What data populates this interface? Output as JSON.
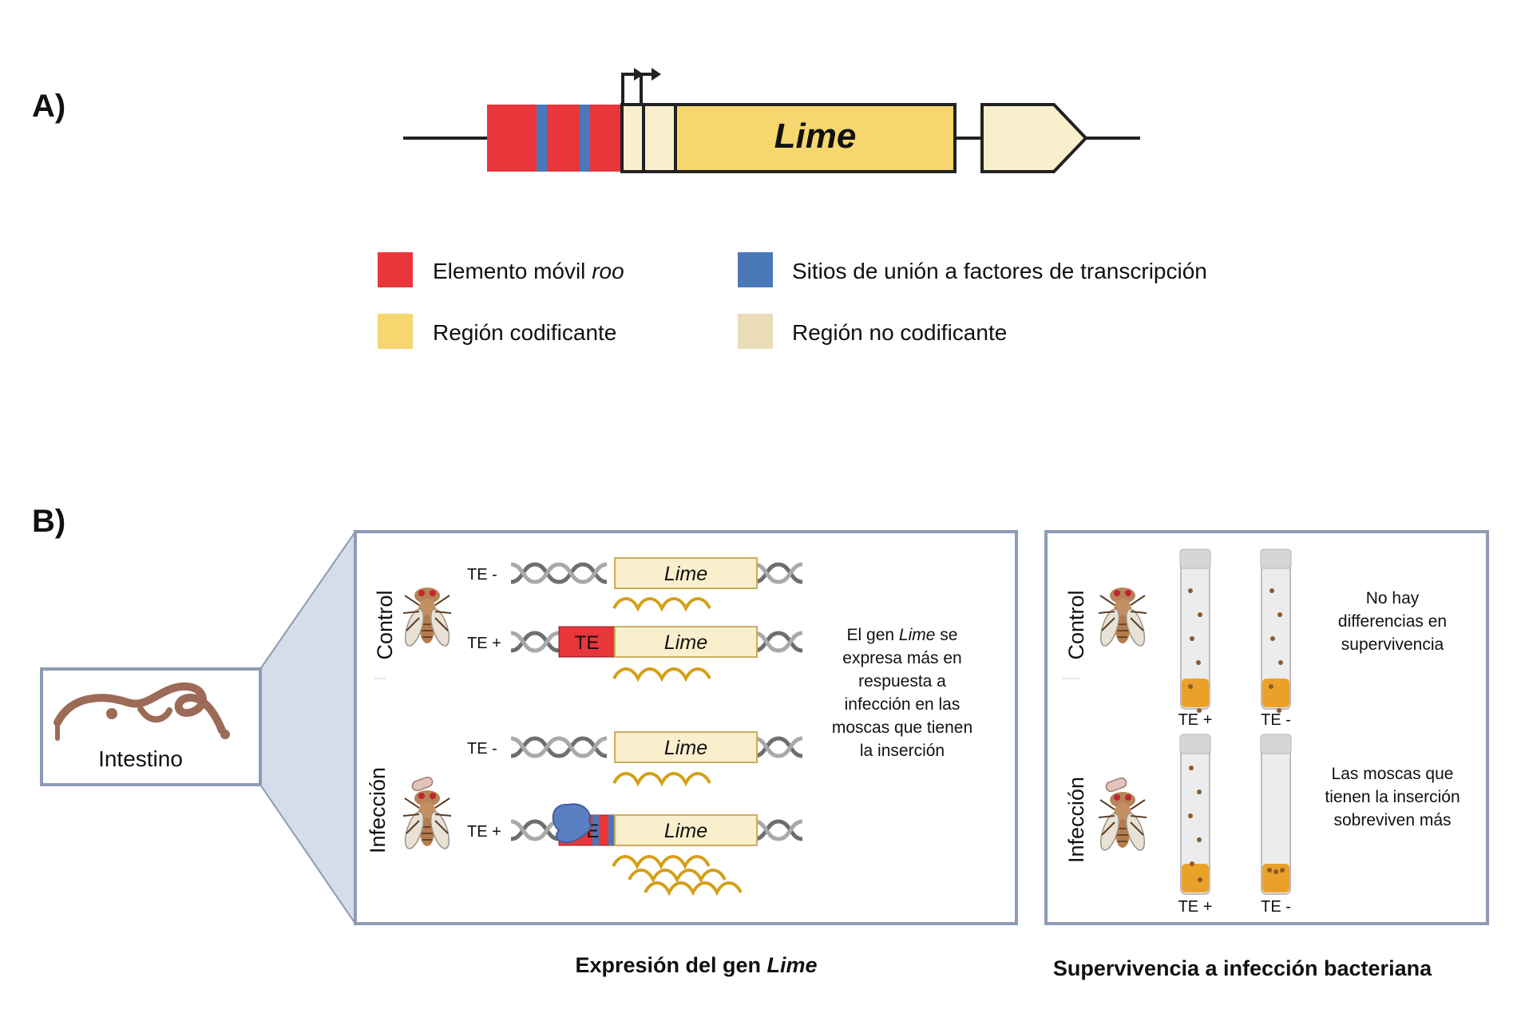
{
  "panel_a": {
    "label": "A)",
    "gene_name": "Lime",
    "legend": [
      {
        "text": "Elemento móvil ",
        "italic": "roo",
        "color": "#e8363b"
      },
      {
        "text": "Sitios de unión a factores de transcripción",
        "italic": "",
        "color": "#4a78b8"
      },
      {
        "text": "Región codificante",
        "italic": "",
        "color": "#f6d66e"
      },
      {
        "text": "Región no codificante",
        "italic": "",
        "color": "#eadcb8"
      }
    ]
  },
  "panel_b": {
    "label": "B)",
    "intestine_label": "Intestino",
    "expression": {
      "row_control": "Control",
      "row_infection": "Infección",
      "te_minus": "TE -",
      "te_plus": "TE +",
      "te_box": "TE",
      "gene": "Lime",
      "note_pre": "El gen ",
      "note_italic": "Lime",
      "note_post": " se",
      "note_lines": [
        "expresa más en",
        "respuesta a",
        "infección en las",
        "moscas que tienen",
        "la inserción"
      ],
      "caption_pre": "Expresión del gen ",
      "caption_italic": "Lime"
    },
    "survival": {
      "row_control": "Control",
      "row_infection": "Infección",
      "tube_plus": "TE +",
      "tube_minus": "TE -",
      "note_control": [
        "No hay",
        "differencias en",
        "supervivencia"
      ],
      "note_infection": [
        "Las moscas que",
        "tienen la inserción",
        "sobreviven más"
      ],
      "caption": "Supervivencia a infección bacteriana"
    }
  },
  "colors": {
    "te_red": "#e8363b",
    "tf_blue": "#4a78b8",
    "coding_yellow": "#f6d66e",
    "noncoding_beige": "#faefcc",
    "panel_border": "#8e9bb3",
    "zoom_fill": "#d5dcea",
    "mrna": "#d4a017",
    "dna_grey": "#8a8a8a"
  }
}
